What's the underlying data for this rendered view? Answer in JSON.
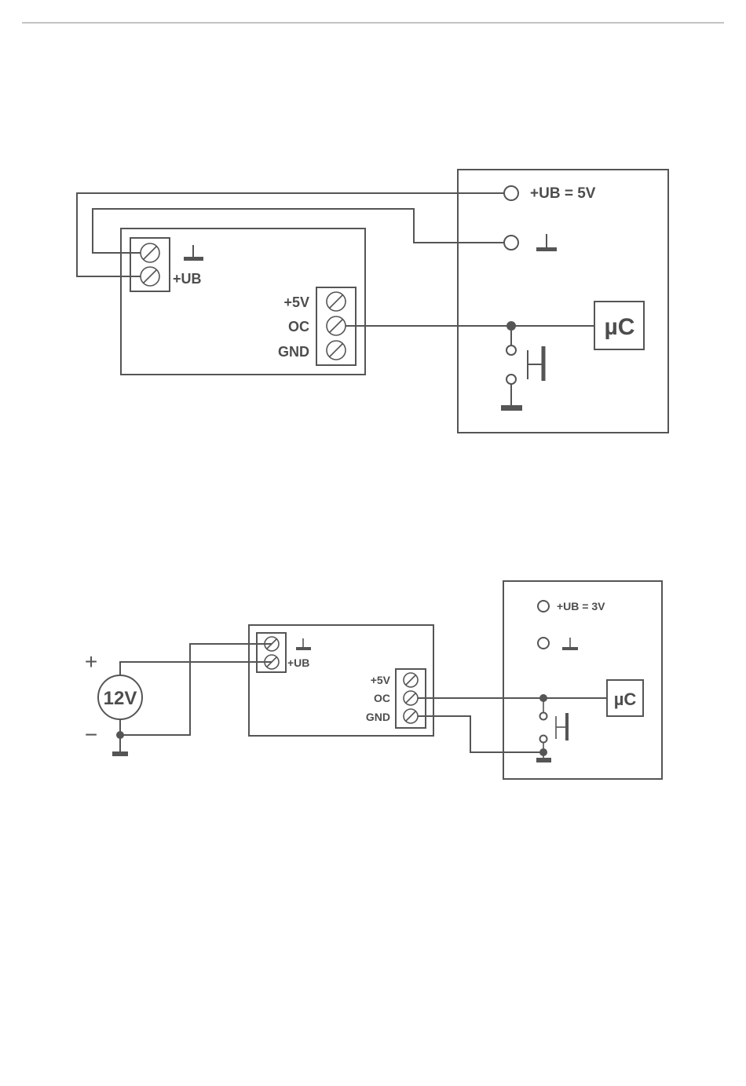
{
  "diagram1": {
    "module": {
      "terminal_top_symbol": "⊥",
      "terminal_ub_label": "+UB",
      "out_5v_label": "+5V",
      "out_oc_label": "OC",
      "out_gnd_label": "GND"
    },
    "device": {
      "supply_label": "+UB = 5V",
      "ground_symbol": "⊥",
      "mcu_label": "µC"
    }
  },
  "diagram2": {
    "source_label": "12V",
    "plus_label": "+",
    "minus_label": "−",
    "module": {
      "terminal_top_symbol": "⊥",
      "terminal_ub_label": "+UB",
      "out_5v_label": "+5V",
      "out_oc_label": "OC",
      "out_gnd_label": "GND"
    },
    "device": {
      "supply_label": "+UB = 3V",
      "ground_symbol": "⊥",
      "mcu_label": "µC"
    }
  },
  "colors": {
    "line": "#555555",
    "text": "#4d4d4d",
    "background": "#ffffff"
  }
}
